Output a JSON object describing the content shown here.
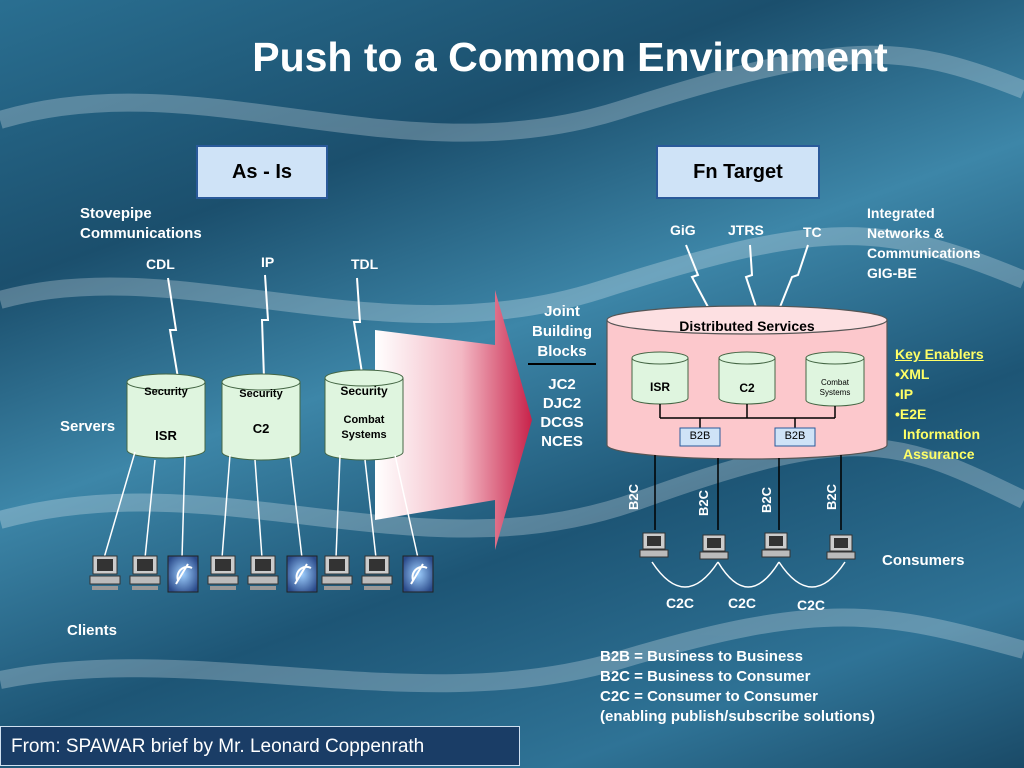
{
  "title": "Push to a Common Environment",
  "as_is": {
    "header": "As - Is",
    "stovepipe": [
      "Stovepipe",
      "Communications"
    ],
    "links": [
      "CDL",
      "IP",
      "TDL"
    ],
    "servers_label": "Servers",
    "clients_label": "Clients",
    "servers": [
      {
        "top": "Security",
        "name": "ISR"
      },
      {
        "top": "Security",
        "name": "C2"
      },
      {
        "top": "Security",
        "name": "Combat Systems"
      }
    ]
  },
  "middle": {
    "joint": [
      "Joint",
      "Building",
      "Blocks"
    ],
    "items": [
      "JC2",
      "DJC2",
      "DCGS",
      "NCES"
    ]
  },
  "fn_target": {
    "header": "Fn Target",
    "links": [
      "GiG",
      "JTRS",
      "TC"
    ],
    "integrated": [
      "Integrated",
      "Networks &",
      "Communications",
      "GIG-BE"
    ],
    "distributed_services": "Distributed Services",
    "services": [
      "ISR",
      "C2",
      "Combat Systems"
    ],
    "b2b": [
      "B2B",
      "B2B"
    ],
    "b2c": [
      "B2C",
      "B2C",
      "B2C",
      "B2C"
    ],
    "consumers_label": "Consumers",
    "c2c": [
      "C2C",
      "C2C",
      "C2C"
    ],
    "key_enablers_title": "Key Enablers",
    "key_enablers": [
      "•XML",
      "•IP",
      "•E2E",
      "Information",
      "Assurance"
    ],
    "legend": [
      "B2B = Business to Business",
      "B2C = Business to Consumer",
      "C2C = Consumer to Consumer",
      "(enabling publish/subscribe solutions)"
    ]
  },
  "footer": "From: SPAWAR brief by Mr. Leonard Coppenrath",
  "colors": {
    "accent": "#ffff66",
    "header_box": "#cfe3f7",
    "cylinder": "#dff5df",
    "ds": "#fcc8cc"
  }
}
